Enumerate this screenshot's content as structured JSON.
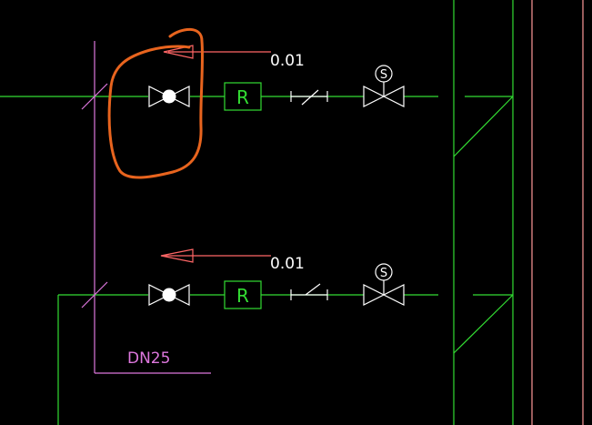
{
  "drawing": {
    "upper_branch": {
      "slope_label": "0.01",
      "regulator_letter": "R",
      "solenoid_letter": "S"
    },
    "lower_branch": {
      "slope_label": "0.01",
      "regulator_letter": "R",
      "solenoid_letter": "S"
    },
    "pipe_size_label": "DN25"
  },
  "colors": {
    "background": "#000000",
    "pipe": "#33dd33",
    "riser": "#dd77dd",
    "symbol": "#ffffff",
    "arrow": "#ff6666",
    "markup": "#e8641e",
    "border": "#ff9999"
  }
}
